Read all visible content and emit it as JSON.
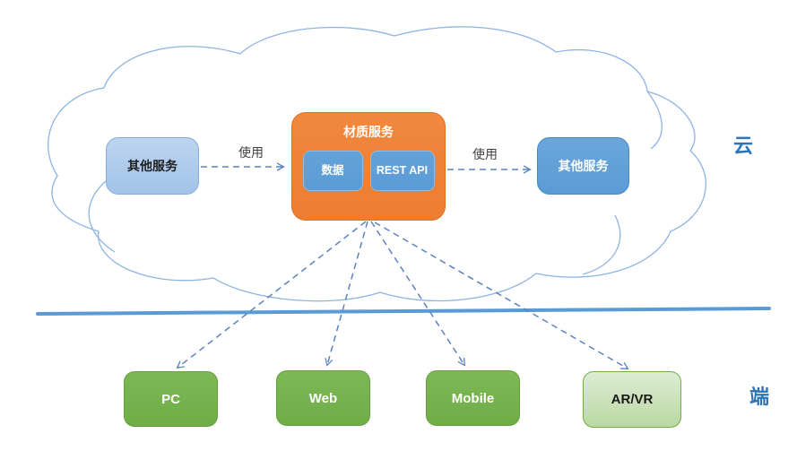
{
  "colors": {
    "cloud_stroke": "#8DB4E2",
    "divider": "#5B9BD5",
    "arrow": "#5b83be",
    "orange": "#ED7D31",
    "blue": "#5B9BD5",
    "light_blue": "#A2C4E8",
    "green": "#70AD47",
    "light_green": "#b9d8a2",
    "zone_label": "#2E75B6"
  },
  "zones": {
    "cloud_label": "云",
    "client_label": "端"
  },
  "nodes": {
    "left_service": "其他服务",
    "material_service": "材质服务",
    "data_store": "数据",
    "rest_api": "REST API",
    "right_service": "其他服务"
  },
  "edges": {
    "use_left": "使用",
    "use_right": "使用"
  },
  "clients": [
    {
      "label": "PC"
    },
    {
      "label": "Web"
    },
    {
      "label": "Mobile"
    },
    {
      "label": "AR/VR"
    }
  ]
}
